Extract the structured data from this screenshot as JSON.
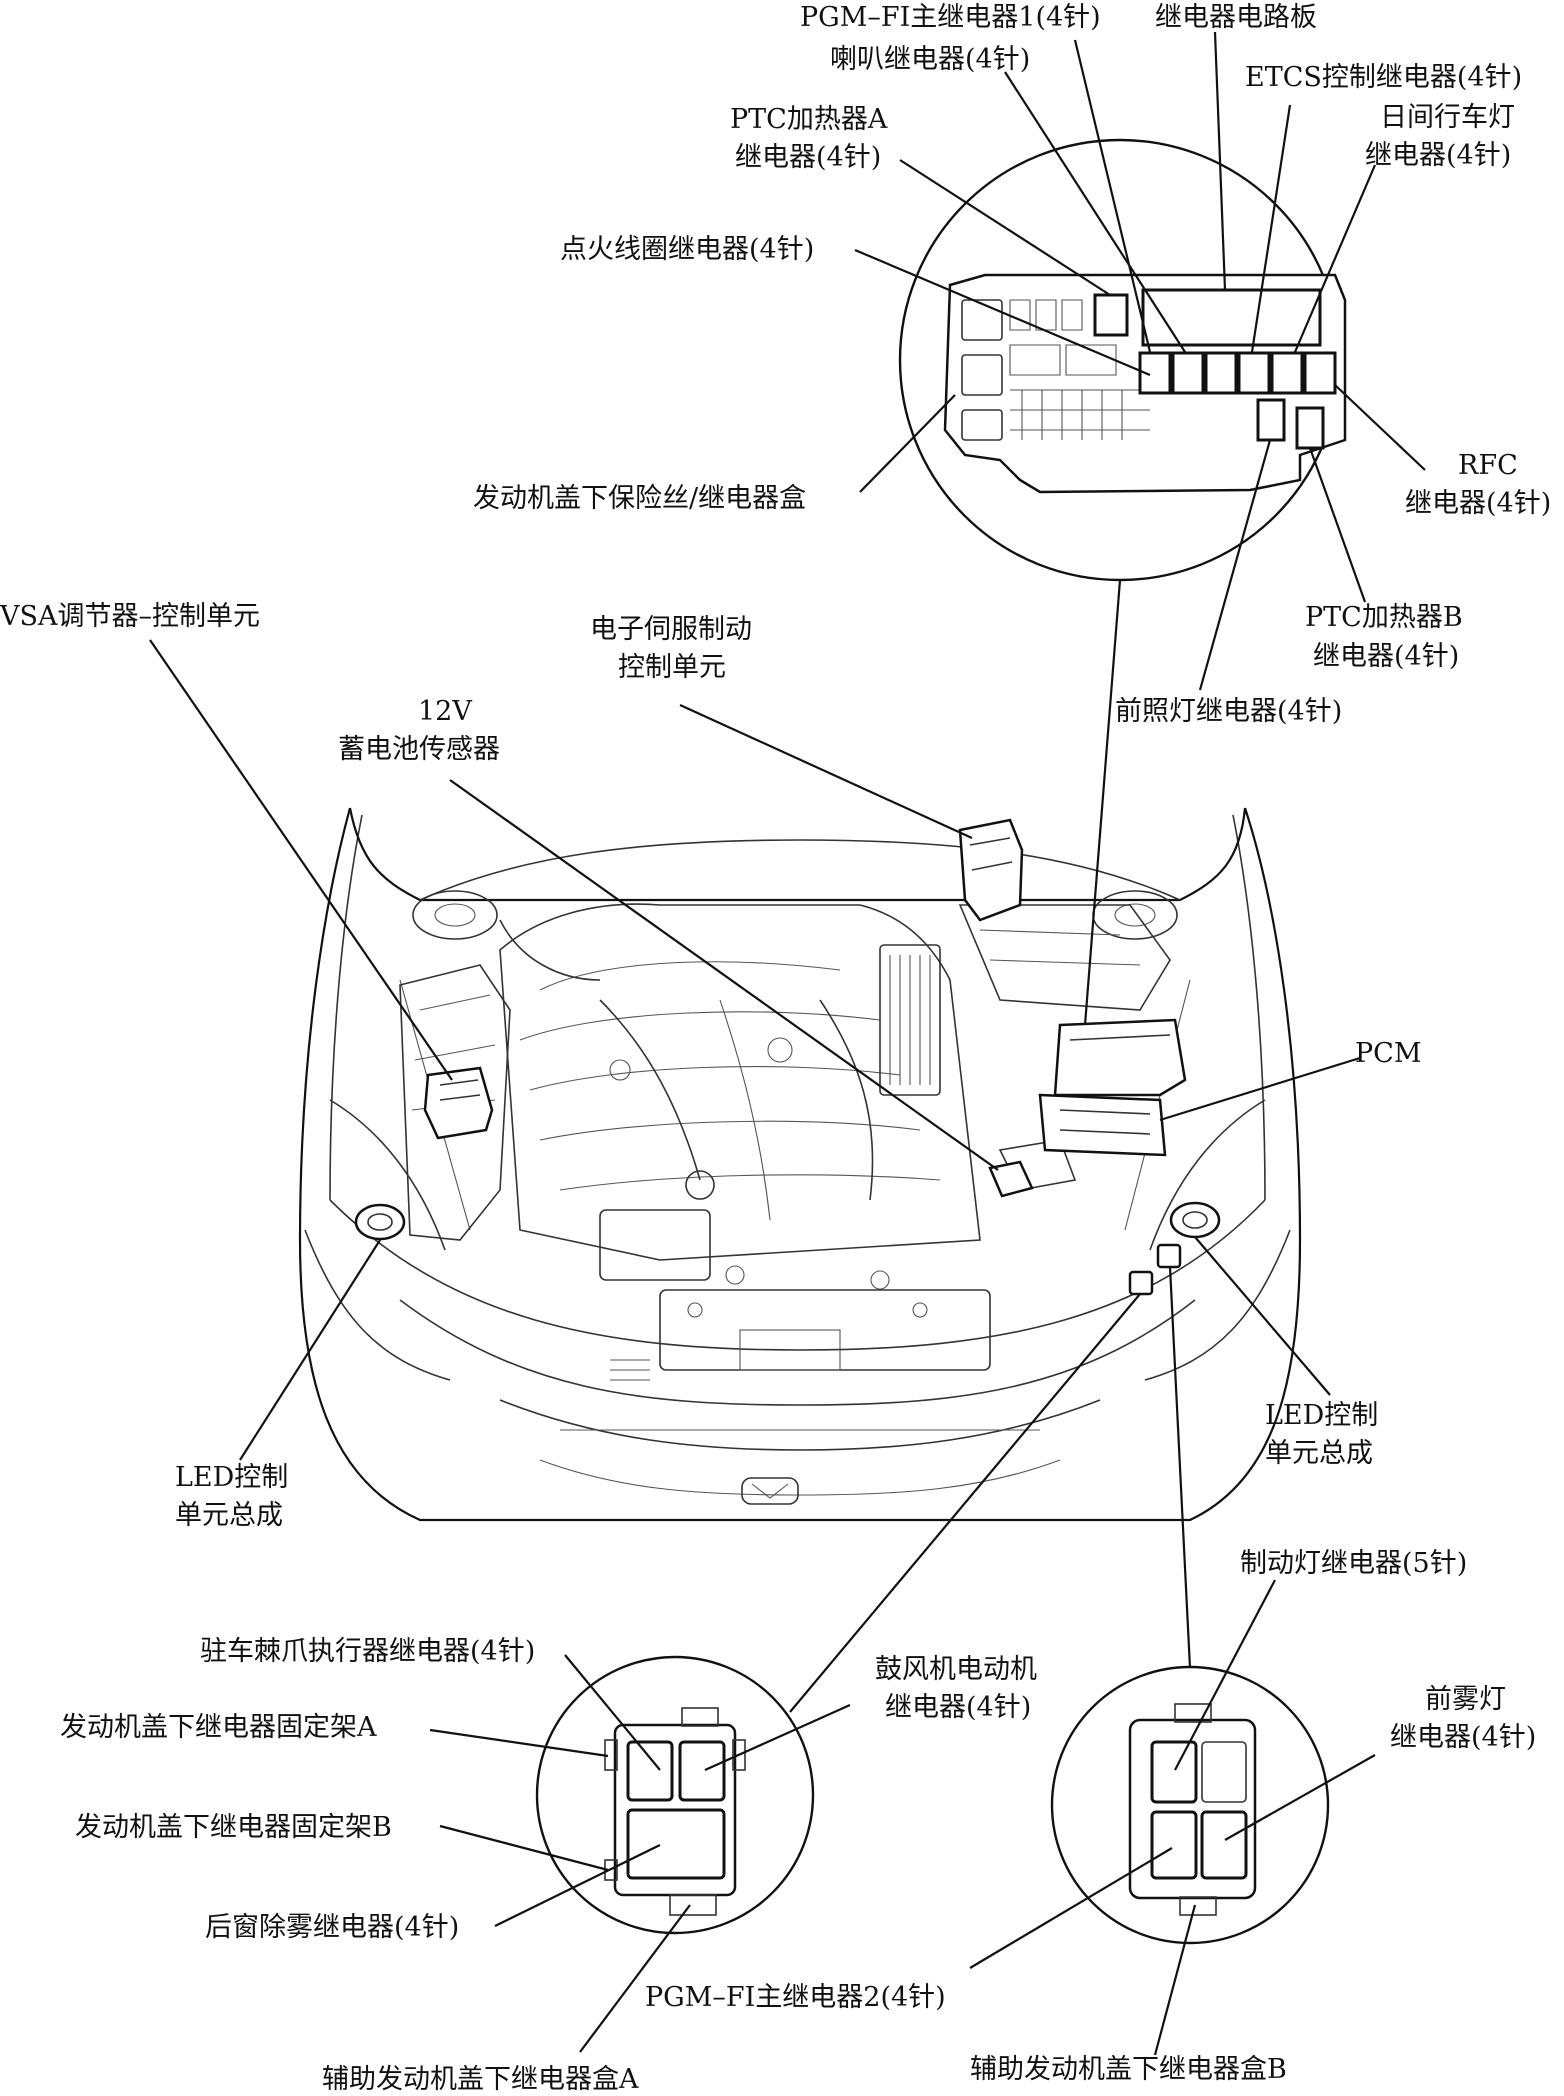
{
  "labels": {
    "pgm_fi_main_relay_1": "PGM–FI主继电器1(4针)",
    "relay_circuit_board": "继电器电路板",
    "horn_relay": "喇叭继电器(4针)",
    "etcs_control_relay": "ETCS控制继电器(4针)",
    "ptc_heater_a_relay_l1": "PTC加热器A",
    "ptc_heater_a_relay_l2": "继电器(4针)",
    "daytime_running_light_relay_l1": "日间行车灯",
    "daytime_running_light_relay_l2": "继电器(4针)",
    "ignition_coil_relay": "点火线圈继电器(4针)",
    "underhood_fuse_relay_box": "发动机盖下保险丝/继电器盒",
    "rfc_relay_l1": "RFC",
    "rfc_relay_l2": "继电器(4针)",
    "vsa_modulator_control_unit": "VSA调节器–控制单元",
    "electric_servo_brake_unit_l1": "电子伺服制动",
    "electric_servo_brake_unit_l2": "控制单元",
    "ptc_heater_b_relay_l1": "PTC加热器B",
    "ptc_heater_b_relay_l2": "继电器(4针)",
    "battery_sensor_l1": "12V",
    "battery_sensor_l2": "蓄电池传感器",
    "headlight_relay": "前照灯继电器(4针)",
    "pcm": "PCM",
    "led_control_unit_left_l1": "LED控制",
    "led_control_unit_left_l2": "单元总成",
    "led_control_unit_right_l1": "LED控制",
    "led_control_unit_right_l2": "单元总成",
    "brake_light_relay": "制动灯继电器(5针)",
    "parking_pawl_actuator_relay": "驻车棘爪执行器继电器(4针)",
    "blower_motor_relay_l1": "鼓风机电动机",
    "blower_motor_relay_l2": "继电器(4针)",
    "underhood_relay_bracket_a": "发动机盖下继电器固定架A",
    "front_fog_light_relay_l1": "前雾灯",
    "front_fog_light_relay_l2": "继电器(4针)",
    "underhood_relay_bracket_b": "发动机盖下继电器固定架B",
    "rear_defogger_relay": "后窗除雾继电器(4针)",
    "pgm_fi_main_relay_2": "PGM–FI主继电器2(4针)",
    "aux_underhood_relay_box_a": "辅助发动机盖下继电器盒A",
    "aux_underhood_relay_box_b": "辅助发动机盖下继电器盒B"
  }
}
